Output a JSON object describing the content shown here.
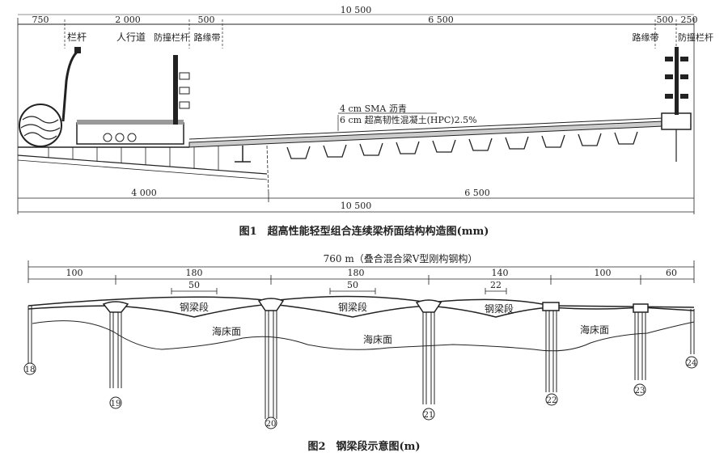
{
  "fig1": {
    "top_dims": {
      "total": "10 500",
      "d750": "750",
      "d2000": "2 000",
      "d500a": "500",
      "d6500": "6 500",
      "d500b": "500",
      "d250": "250"
    },
    "labels": {
      "railing": "栏杆",
      "sidewalk": "人行道",
      "crash_barrier_left": "防撞栏杆",
      "curb_left": "路缘带",
      "curb_right": "路缘带",
      "crash_barrier_right": "防撞栏杆",
      "sma": "4 cm SMA 沥青",
      "hpc": "6 cm 超高韧性混凝土(HPC)2.5%"
    },
    "bottom_dims": {
      "d4000": "4 000",
      "d6500": "6 500",
      "total": "10 500"
    },
    "caption": "图1　超高性能轻型组合连续梁桥面结构构造图(mm)"
  },
  "fig2": {
    "total_label": "760 m（叠合混合梁V型刚构钢构）",
    "spans": [
      "100",
      "180",
      "180",
      "140",
      "100",
      "60"
    ],
    "steel_segments": [
      {
        "len": "50",
        "label": "钢梁段"
      },
      {
        "len": "50",
        "label": "钢梁段"
      },
      {
        "len": "22",
        "label": "钢梁段"
      }
    ],
    "seabed_label": "海床面",
    "piers": [
      "18",
      "19",
      "20",
      "21",
      "22",
      "23",
      "24"
    ],
    "caption": "图2　钢梁段示意图(m)"
  }
}
